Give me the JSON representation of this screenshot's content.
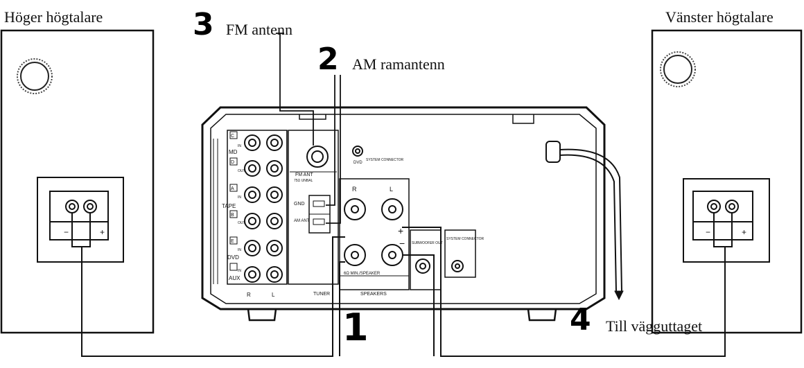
{
  "labels": {
    "right_speaker": "Höger högtalare",
    "left_speaker": "Vänster högtalare",
    "fm_antenna": "FM antenn",
    "am_antenna": "AM ramantenn",
    "wall_outlet": "Till vägguttaget"
  },
  "steps": {
    "speakers": "1",
    "am": "2",
    "fm": "3",
    "power": "4"
  },
  "unit_labels": {
    "md": "MD",
    "tape": "TAPE",
    "dvd": "DVD",
    "aux": "AUX",
    "in": "IN",
    "out": "OUT",
    "ch_c": "C",
    "ch_d": "D",
    "ch_a": "A",
    "ch_b": "B",
    "ch_e": "E",
    "fm_ant": "FM ANT",
    "fm_ant_sub": "75Ω UNBAL",
    "gnd": "GND",
    "am_ant": "AM ANT",
    "dvd_jack": "DVD",
    "system_connector": "SYSTEM CONNECTOR",
    "subwoofer_out": "SUBWOOFER OUT",
    "speakers_r": "R",
    "speakers_l": "L",
    "plus": "+",
    "minus": "−",
    "speaker_imp": "6Ω MIN./SPEAKER",
    "tuner": "TUNER",
    "speakers": "SPEAKERS",
    "bottom_r": "R",
    "bottom_l": "L"
  },
  "speaker_terminal": {
    "minus": "−",
    "plus": "+"
  }
}
